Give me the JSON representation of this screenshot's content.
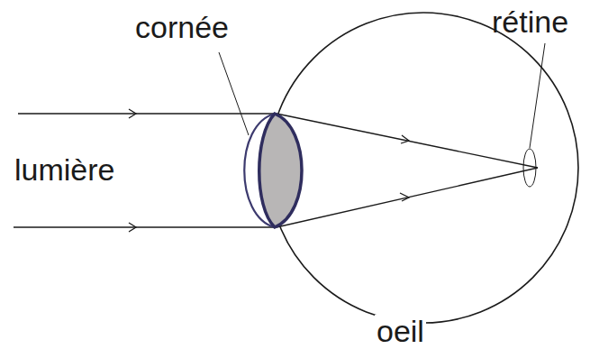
{
  "diagram": {
    "labels": [
      "cornée",
      "rétine",
      "lumière",
      "oeil"
    ]
  }
}
